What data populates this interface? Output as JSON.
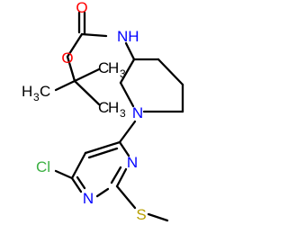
{
  "labels": {
    "o_carbonyl": "O",
    "o_ester": "O",
    "nh": "NH",
    "ch3_a_c": "C",
    "ch3_a_h": "H",
    "ch3_a_3": "3",
    "ch3_b_h": "H",
    "ch3_b_3": "3",
    "ch3_b_c": "C",
    "ch3_c_c": "C",
    "ch3_c_h": "H",
    "ch3_c_3": "3",
    "n_pip": "N",
    "cl": "Cl",
    "n_pyr_top": "N",
    "n_pyr_bottom": "N",
    "s": "S"
  },
  "colors": {
    "bond": "#000000",
    "carbon": "#000000",
    "oxygen": "#ff0000",
    "nitrogen": "#0000ff",
    "chlorine": "#3cb043",
    "sulfur": "#b8a000"
  }
}
